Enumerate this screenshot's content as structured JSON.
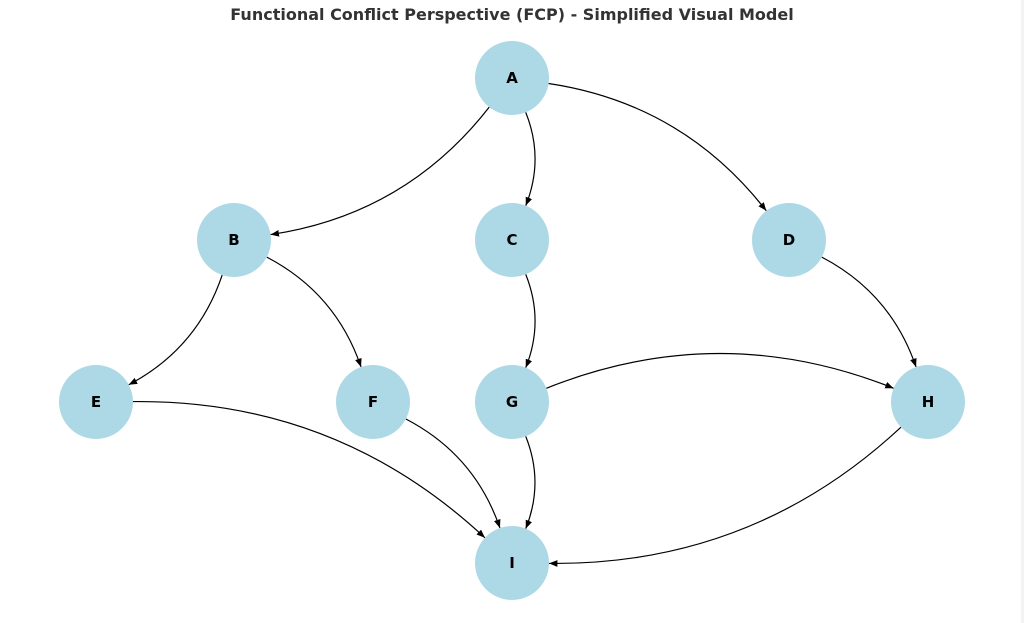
{
  "title": "Functional Conflict Perspective (FCP) - Simplified Visual Model",
  "colors": {
    "node_fill": "#add8e6",
    "edge": "#000000",
    "title": "#333333"
  },
  "nodes": [
    {
      "id": "A",
      "label": "A"
    },
    {
      "id": "B",
      "label": "B"
    },
    {
      "id": "C",
      "label": "C"
    },
    {
      "id": "D",
      "label": "D"
    },
    {
      "id": "E",
      "label": "E"
    },
    {
      "id": "F",
      "label": "F"
    },
    {
      "id": "G",
      "label": "G"
    },
    {
      "id": "H",
      "label": "H"
    },
    {
      "id": "I",
      "label": "I"
    }
  ],
  "edges": [
    {
      "from": "A",
      "to": "B"
    },
    {
      "from": "A",
      "to": "C"
    },
    {
      "from": "A",
      "to": "D"
    },
    {
      "from": "B",
      "to": "E"
    },
    {
      "from": "B",
      "to": "F"
    },
    {
      "from": "C",
      "to": "G"
    },
    {
      "from": "D",
      "to": "H"
    },
    {
      "from": "E",
      "to": "I"
    },
    {
      "from": "F",
      "to": "I"
    },
    {
      "from": "G",
      "to": "I"
    },
    {
      "from": "G",
      "to": "H"
    },
    {
      "from": "H",
      "to": "I"
    }
  ]
}
